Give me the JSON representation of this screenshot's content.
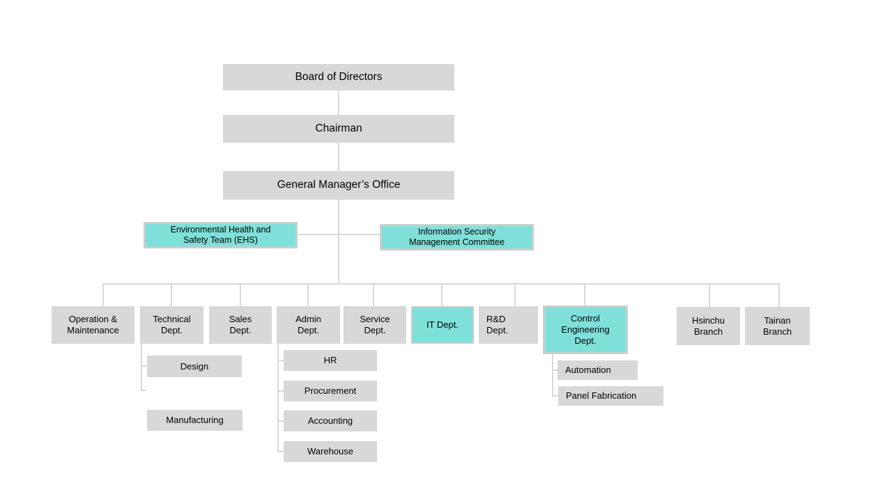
{
  "chart": {
    "diagram_type": "organization-chart",
    "hierarchy": {
      "board": "Board of Directors",
      "chairman": "Chairman",
      "gm_office": "General Manager’s  Office"
    },
    "committees": {
      "ehs": "Environmental Health and\nSafety Team (EHS)",
      "ismc": "Information Security\nManagement Committee"
    },
    "departments": [
      {
        "id": "operation-maintenance",
        "label": "Operation &\nMaintenance",
        "highlight": false
      },
      {
        "id": "technical-dept",
        "label": "Technical\nDept.",
        "highlight": false
      },
      {
        "id": "sales-dept",
        "label": "Sales\nDept.",
        "highlight": false
      },
      {
        "id": "admin-dept",
        "label": "Admin\nDept.",
        "highlight": false
      },
      {
        "id": "service-dept",
        "label": "Service\nDept.",
        "highlight": false
      },
      {
        "id": "it-dept",
        "label": "IT Dept.",
        "highlight": true
      },
      {
        "id": "rnd-dept",
        "label": "R&D\nDept.",
        "highlight": false
      },
      {
        "id": "control-engineering-dept",
        "label": "Control\nEngineering\nDept.",
        "highlight": true
      },
      {
        "id": "hsinchu-branch",
        "label": "Hsinchu\nBranch",
        "highlight": false
      },
      {
        "id": "tainan-branch",
        "label": "Tainan\nBranch",
        "highlight": false
      }
    ],
    "sub_units": {
      "technical": [
        "Design",
        "Manufacturing"
      ],
      "admin": [
        "HR",
        "Procurement",
        "Accounting",
        "Warehouse"
      ],
      "control_engineering": [
        "Automation",
        "Panel Fabrication"
      ]
    },
    "colors": {
      "box_fill_gray": "#d8d8d8",
      "box_fill_teal": "#7fe0da",
      "teal_box_border": "#c9cfce",
      "connector": "#d9d9d9",
      "text": "#000000",
      "background": "#ffffff"
    }
  }
}
